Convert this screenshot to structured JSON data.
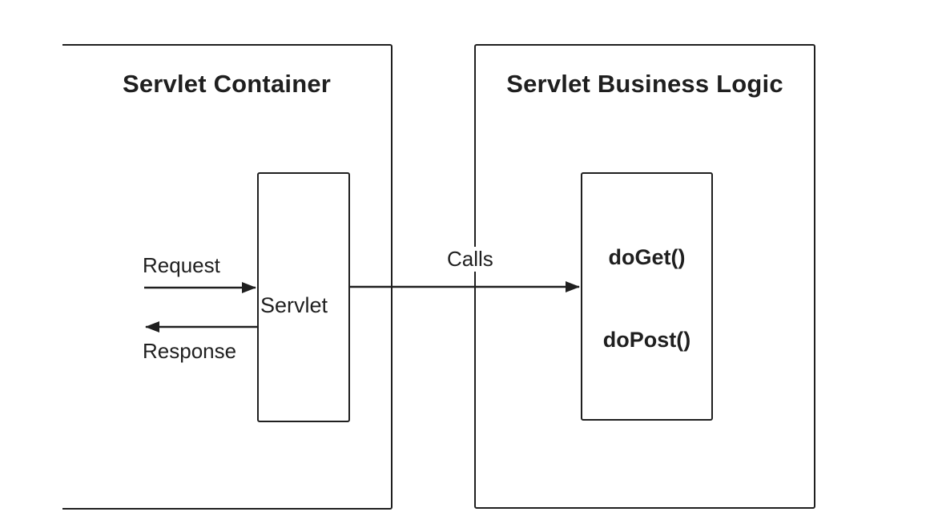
{
  "diagram": {
    "background_color": "#ffffff",
    "stroke_color": "#1f1f1f",
    "text_color": "#1f1f1f",
    "left_container": {
      "title": "Servlet Container"
    },
    "right_container": {
      "title": "Servlet Business Logic"
    },
    "servlet_node": {
      "label": "Servlet"
    },
    "methods_node": {
      "do_get": "doGet()",
      "do_post": "doPost()"
    },
    "arrows": {
      "request": {
        "label": "Request",
        "direction": "right",
        "from": "client",
        "to": "servlet"
      },
      "response": {
        "label": "Response",
        "direction": "left",
        "from": "servlet",
        "to": "client"
      },
      "calls": {
        "label": "Calls",
        "direction": "right",
        "from": "servlet",
        "to": "methods"
      }
    }
  }
}
